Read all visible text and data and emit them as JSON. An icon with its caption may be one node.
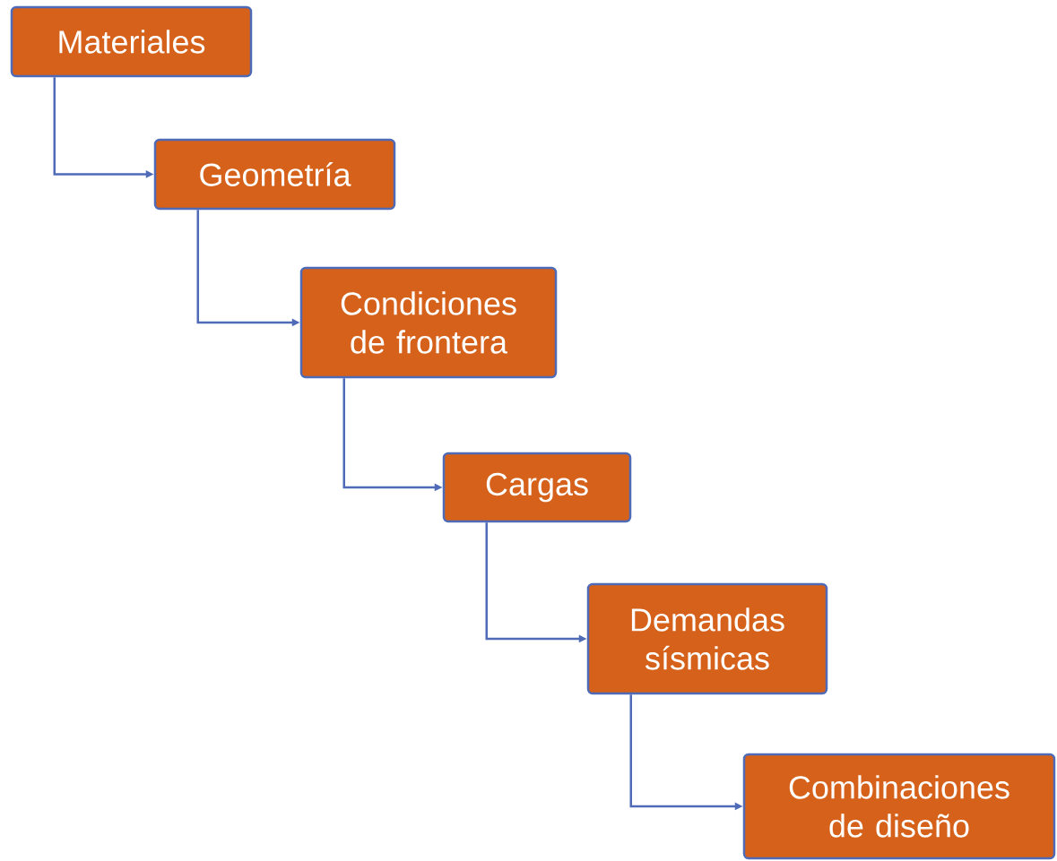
{
  "diagram": {
    "nodes": [
      {
        "text": [
          "Materiales"
        ]
      },
      {
        "text": [
          "Geometría"
        ]
      },
      {
        "text": [
          "Condiciones de frontera"
        ]
      },
      {
        "text": [
          "Cargas"
        ]
      },
      {
        "text": [
          "Demandas sísmicas"
        ]
      },
      {
        "text": [
          "Combinaciones de diseño"
        ]
      }
    ],
    "edges": [
      {
        "from": 0,
        "to": 1,
        "arrow": "to"
      },
      {
        "from": 1,
        "to": 2,
        "arrow": "to"
      },
      {
        "from": 2,
        "to": 3,
        "arrow": "to"
      },
      {
        "from": 3,
        "to": 4,
        "arrow": "to"
      },
      {
        "from": 4,
        "to": 5,
        "arrow": "to"
      }
    ]
  }
}
